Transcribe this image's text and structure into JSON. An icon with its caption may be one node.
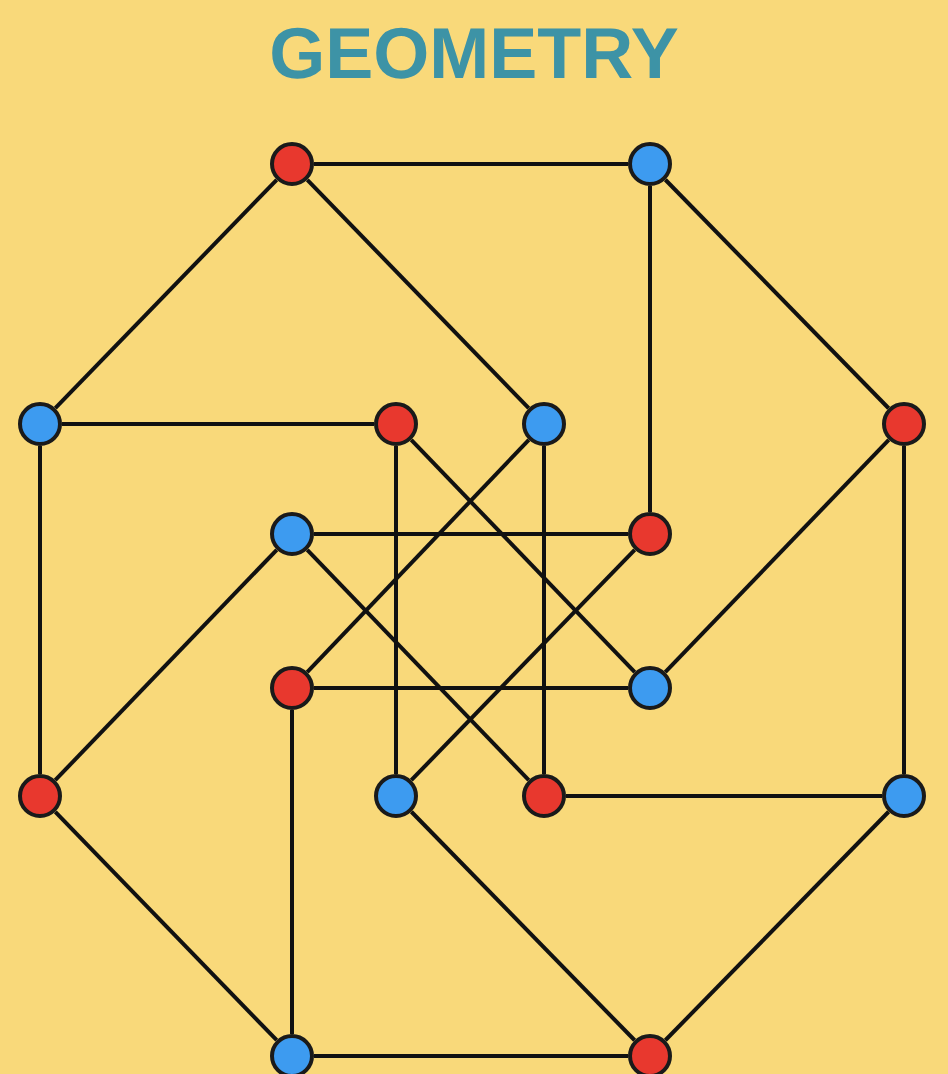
{
  "diagram": {
    "title": "GEOMETRY",
    "nodes": [
      {
        "text": [],
        "shape": "circle"
      },
      {
        "text": [],
        "shape": "circle"
      },
      {
        "text": [],
        "shape": "circle"
      },
      {
        "text": [],
        "shape": "circle"
      },
      {
        "text": [],
        "shape": "circle"
      },
      {
        "text": [],
        "shape": "circle"
      },
      {
        "text": [],
        "shape": "circle"
      },
      {
        "text": [],
        "shape": "circle"
      },
      {
        "text": [],
        "shape": "circle"
      },
      {
        "text": [],
        "shape": "circle"
      },
      {
        "text": [],
        "shape": "circle"
      },
      {
        "text": [],
        "shape": "circle"
      },
      {
        "text": [],
        "shape": "circle"
      },
      {
        "text": [],
        "shape": "circle"
      },
      {
        "text": [],
        "shape": "circle"
      },
      {
        "text": [],
        "shape": "circle"
      }
    ],
    "edges": [
      {
        "from": 0,
        "to": 1,
        "arrow": "none"
      },
      {
        "from": 0,
        "to": 2,
        "arrow": "none"
      },
      {
        "from": 0,
        "to": 4,
        "arrow": "none"
      },
      {
        "from": 1,
        "to": 7,
        "arrow": "none"
      },
      {
        "from": 1,
        "to": 5,
        "arrow": "none"
      },
      {
        "from": 2,
        "to": 3,
        "arrow": "none"
      },
      {
        "from": 2,
        "to": 10,
        "arrow": "none"
      },
      {
        "from": 3,
        "to": 11,
        "arrow": "none"
      },
      {
        "from": 3,
        "to": 9,
        "arrow": "none"
      },
      {
        "from": 4,
        "to": 12,
        "arrow": "none"
      },
      {
        "from": 4,
        "to": 8,
        "arrow": "none"
      },
      {
        "from": 5,
        "to": 9,
        "arrow": "none"
      },
      {
        "from": 5,
        "to": 13,
        "arrow": "none"
      },
      {
        "from": 6,
        "to": 7,
        "arrow": "none"
      },
      {
        "from": 6,
        "to": 12,
        "arrow": "none"
      },
      {
        "from": 6,
        "to": 10,
        "arrow": "none"
      },
      {
        "from": 7,
        "to": 11,
        "arrow": "none"
      },
      {
        "from": 8,
        "to": 9,
        "arrow": "none"
      },
      {
        "from": 8,
        "to": 14,
        "arrow": "none"
      },
      {
        "from": 10,
        "to": 14,
        "arrow": "none"
      },
      {
        "from": 11,
        "to": 15,
        "arrow": "none"
      },
      {
        "from": 12,
        "to": 13,
        "arrow": "none"
      },
      {
        "from": 13,
        "to": 15,
        "arrow": "none"
      },
      {
        "from": 14,
        "to": 15,
        "arrow": "none"
      }
    ]
  }
}
